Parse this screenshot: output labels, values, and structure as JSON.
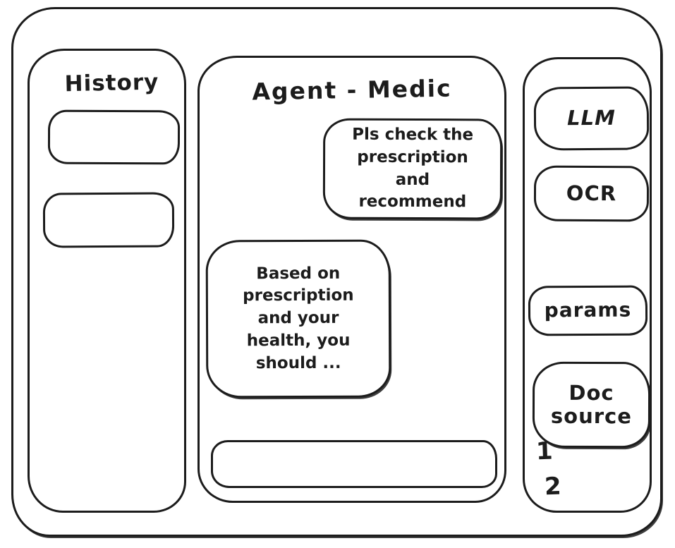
{
  "colors": {
    "stroke": "#1c1c1c",
    "background": "#ffffff"
  },
  "history_panel": {
    "title": "History",
    "item_count": 2
  },
  "chat_panel": {
    "title": "Agent - Medic",
    "user_message": "Pls check the prescription and recommend",
    "assistant_message": "Based on prescription and your health, you should ...",
    "input_value": ""
  },
  "tools_panel": {
    "buttons": [
      {
        "label": "LLM"
      },
      {
        "label": "OCR"
      },
      {
        "label": "params"
      },
      {
        "label": "Doc source"
      }
    ],
    "doc_items": [
      "1",
      "2"
    ]
  }
}
